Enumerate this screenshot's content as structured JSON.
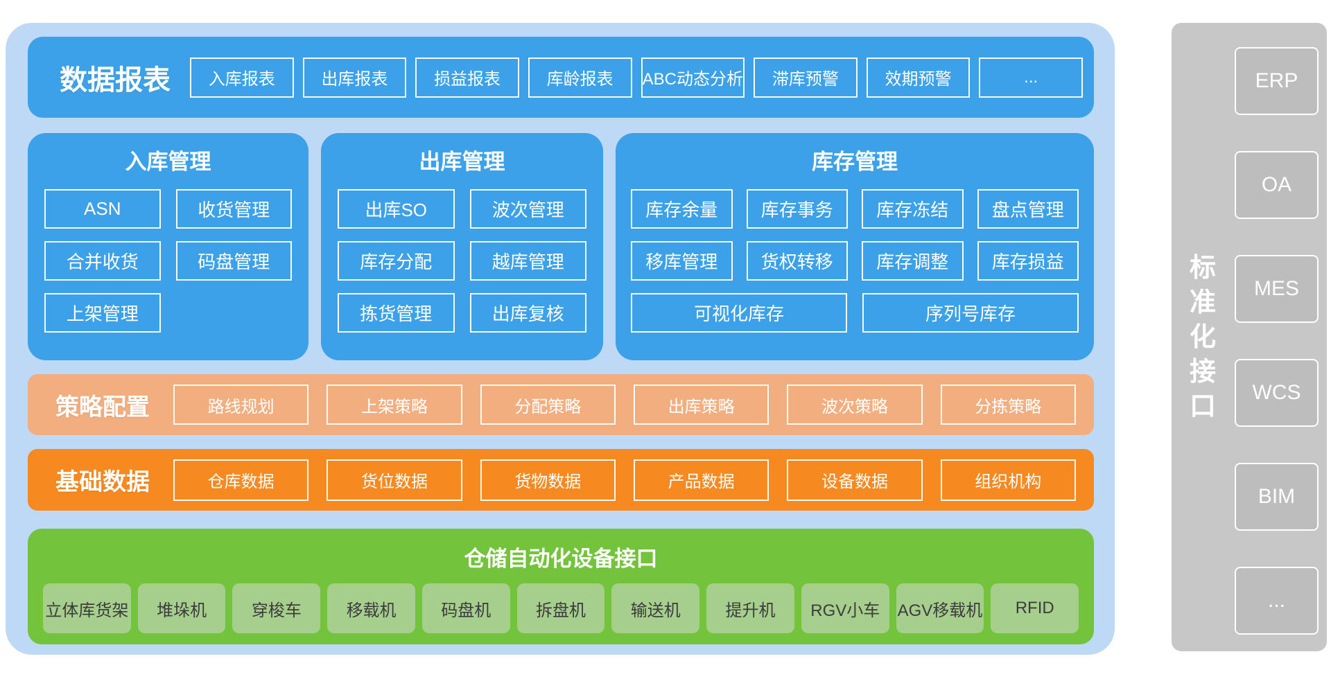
{
  "report_bar": {
    "title": "数据报表",
    "items": [
      "入库报表",
      "出库报表",
      "损益报表",
      "库龄报表",
      "ABC动态分析",
      "滞库预警",
      "效期预警",
      "..."
    ]
  },
  "panels": [
    {
      "title": "入库管理",
      "items": [
        "ASN",
        "收货管理",
        "合并收货",
        "码盘管理",
        "上架管理"
      ]
    },
    {
      "title": "出库管理",
      "items": [
        "出库SO",
        "波次管理",
        "库存分配",
        "越库管理",
        "拣货管理",
        "出库复核"
      ]
    },
    {
      "title": "库存管理",
      "items": [
        "库存余量",
        "库存事务",
        "库存冻结",
        "盘点管理",
        "移库管理",
        "货权转移",
        "库存调整",
        "库存损益"
      ],
      "wide_items": [
        "可视化库存",
        "序列号库存"
      ]
    }
  ],
  "strategy_bar": {
    "title": "策略配置",
    "items": [
      "路线规划",
      "上架策略",
      "分配策略",
      "出库策略",
      "波次策略",
      "分拣策略"
    ]
  },
  "base_bar": {
    "title": "基础数据",
    "items": [
      "仓库数据",
      "货位数据",
      "货物数据",
      "产品数据",
      "设备数据",
      "组织机构"
    ]
  },
  "device_section": {
    "title": "仓储自动化设备接口",
    "items": [
      "立体库货架",
      "堆垛机",
      "穿梭车",
      "移载机",
      "码盘机",
      "拆盘机",
      "输送机",
      "提升机",
      "RGV小车",
      "AGV移载机",
      "RFID"
    ]
  },
  "interface_panel": {
    "title": "标准化接口",
    "items": [
      "ERP",
      "OA",
      "MES",
      "WCS",
      "BIM",
      "..."
    ]
  },
  "colors": {
    "container_blue": "#BED9F6",
    "primary_blue": "#3CA1E9",
    "strategy_salmon": "#F2AE7F",
    "base_orange": "#F6891F",
    "device_green": "#74C33D",
    "device_box_green": "#A6CE8D",
    "interface_gray": "#C7C7C7",
    "interface_box_gray": "#BDBDBD"
  }
}
